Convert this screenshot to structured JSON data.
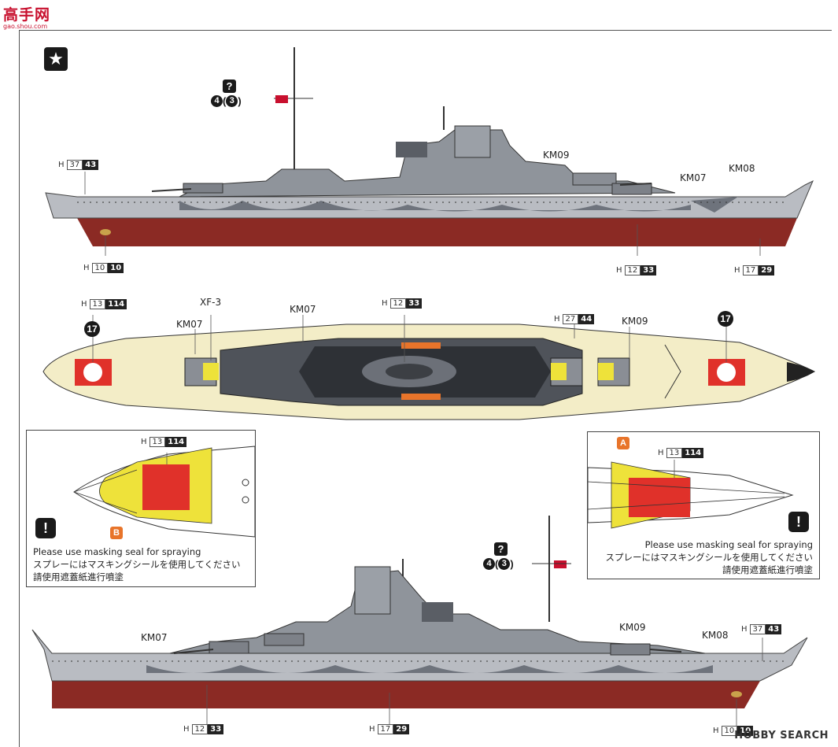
{
  "header": {
    "site_name": "高手网",
    "site_url": "gao.shou.com"
  },
  "icons": {
    "star": "★",
    "question": "?",
    "exclamation": "!"
  },
  "top_profile": {
    "flag_callout": {
      "a": "4",
      "b": "3"
    },
    "labels": {
      "km09": "KM09",
      "km07": "KM07",
      "km08": "KM08"
    },
    "codes": {
      "stern_upper": {
        "ref": "37",
        "num": "43"
      },
      "rudder": {
        "ref": "10",
        "num": "10"
      },
      "hull_mid": {
        "ref": "12",
        "num": "33"
      },
      "hull_bow": {
        "ref": "17",
        "num": "29"
      }
    }
  },
  "deck_plan": {
    "labels": {
      "xf3": "XF-3",
      "km07_a": "KM07",
      "km07_b": "KM07",
      "km09": "KM09"
    },
    "codes": {
      "stern_deck": {
        "ref": "13",
        "num": "114"
      },
      "center": {
        "ref": "12",
        "num": "33"
      },
      "fore_deck": {
        "ref": "27",
        "num": "44"
      }
    },
    "markers": {
      "stern": "17",
      "bow": "17"
    }
  },
  "detail_left": {
    "code": {
      "ref": "13",
      "num": "114"
    },
    "tag": "B",
    "note_en": "Please use masking seal for spraying",
    "note_jp": "スプレーにはマスキングシールを使用してください",
    "note_cn": "請使用遮蓋紙進行噴塗"
  },
  "detail_right": {
    "code": {
      "ref": "13",
      "num": "114"
    },
    "tag": "A",
    "note_en": "Please use masking seal for spraying",
    "note_jp": "スプレーにはマスキングシールを使用してください",
    "note_cn": "請使用遮蓋紙進行噴塗"
  },
  "bottom_profile": {
    "flag_callout": {
      "a": "4",
      "b": "3"
    },
    "labels": {
      "km07": "KM07",
      "km09": "KM09",
      "km08": "KM08"
    },
    "codes": {
      "stern_upper": {
        "ref": "37",
        "num": "43"
      },
      "hull_stern": {
        "ref": "12",
        "num": "33"
      },
      "hull_mid": {
        "ref": "17",
        "num": "29"
      },
      "rudder": {
        "ref": "10",
        "num": "10"
      }
    }
  },
  "watermark": "HOBBY SEARCH",
  "colors": {
    "hull_red": "#8b2a24",
    "hull_grey": "#b9bcc2",
    "camo_dark": "#6e737c",
    "deck": "#f3edc7",
    "mask_yellow": "#eee23a",
    "mask_red": "#e0312a",
    "orange": "#e8742a"
  }
}
